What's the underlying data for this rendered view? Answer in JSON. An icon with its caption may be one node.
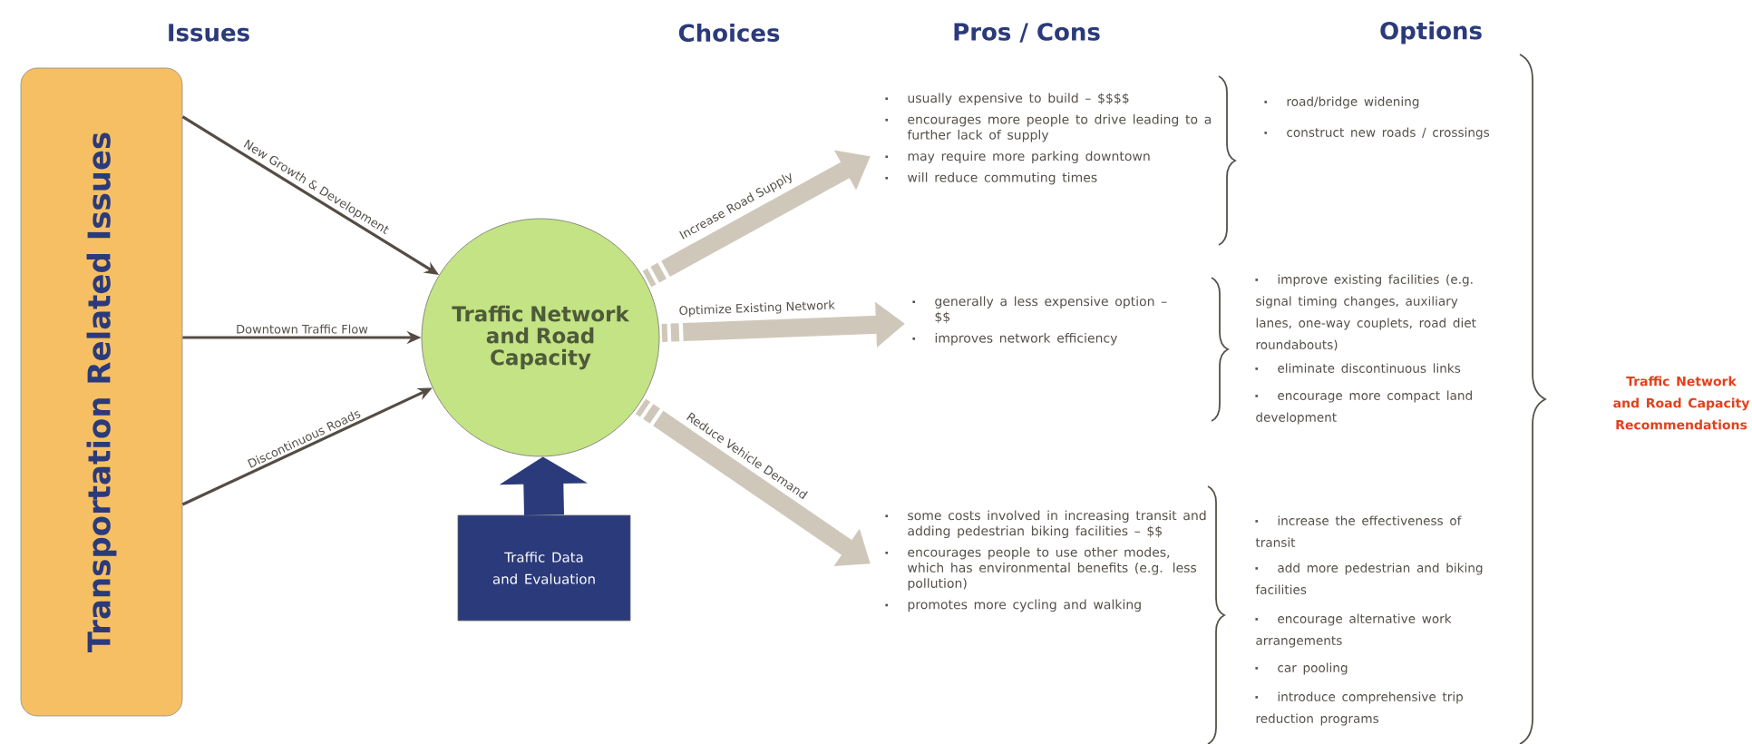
{
  "diagram": {
    "nodes": [
      {
        "text": [
          "Transportation Related Issues"
        ]
      },
      {
        "text": [
          "Traffic Network and Road Capacity"
        ]
      },
      {
        "text": [
          "Traffic Data and Evaluation"
        ]
      },
      {
        "text": [
          "usually expensive to build – $$$$",
          "encourages more people to drive leading to a further lack of supply",
          "may require more parking downtown",
          "will reduce commuting times"
        ]
      },
      {
        "text": [
          "generally a less expensive option – $$",
          "improves network efficiency"
        ]
      },
      {
        "text": [
          "some costs involved in increasing transit and adding pedestrian biking facilities – $$",
          "encourages people to use other modes, which has environmental benefits (e.g. less pollution)",
          "promotes more cycling and walking"
        ]
      }
    ],
    "edges": [
      {
        "from": 0,
        "to": 1,
        "arrow": "to",
        "label": "New Growth & Development"
      },
      {
        "from": 0,
        "to": 1,
        "arrow": "to",
        "label": "Downtown Traffic Flow"
      },
      {
        "from": 0,
        "to": 1,
        "arrow": "to",
        "label": "Discontinuous Roads"
      },
      {
        "from": 2,
        "to": 1,
        "arrow": "to",
        "style": "thick",
        "color": "#2b3a7a"
      },
      {
        "from": 1,
        "to": 3,
        "arrow": "to",
        "color": "#cfc8ba",
        "label": "Increase Road Supply"
      },
      {
        "from": 1,
        "to": 4,
        "arrow": "to",
        "color": "#cfc8ba",
        "label": "Optimize Existing Network"
      },
      {
        "from": 1,
        "to": 5,
        "arrow": "to",
        "color": "#cfc8ba",
        "label": "Reduce Vehicle Demand"
      }
    ],
    "labels": [
      "Issues",
      "Choices",
      "Pros / Cons",
      "Options",
      "road/bridge widening",
      "construct new roads / crossings",
      "improve existing facilities (e.g. signal timing changes, auxiliary lanes, one-way couplets, road diet roundabouts)",
      "eliminate discontinuous links",
      "encourage more compact land development",
      "increase the effectiveness of transit",
      "add more pedestrian and biking facilities",
      "encourage alternative work arrangements",
      "car pooling",
      "introduce comprehensive trip reduction programs",
      "Traffic Network and Road Capacity Recommendations"
    ]
  }
}
